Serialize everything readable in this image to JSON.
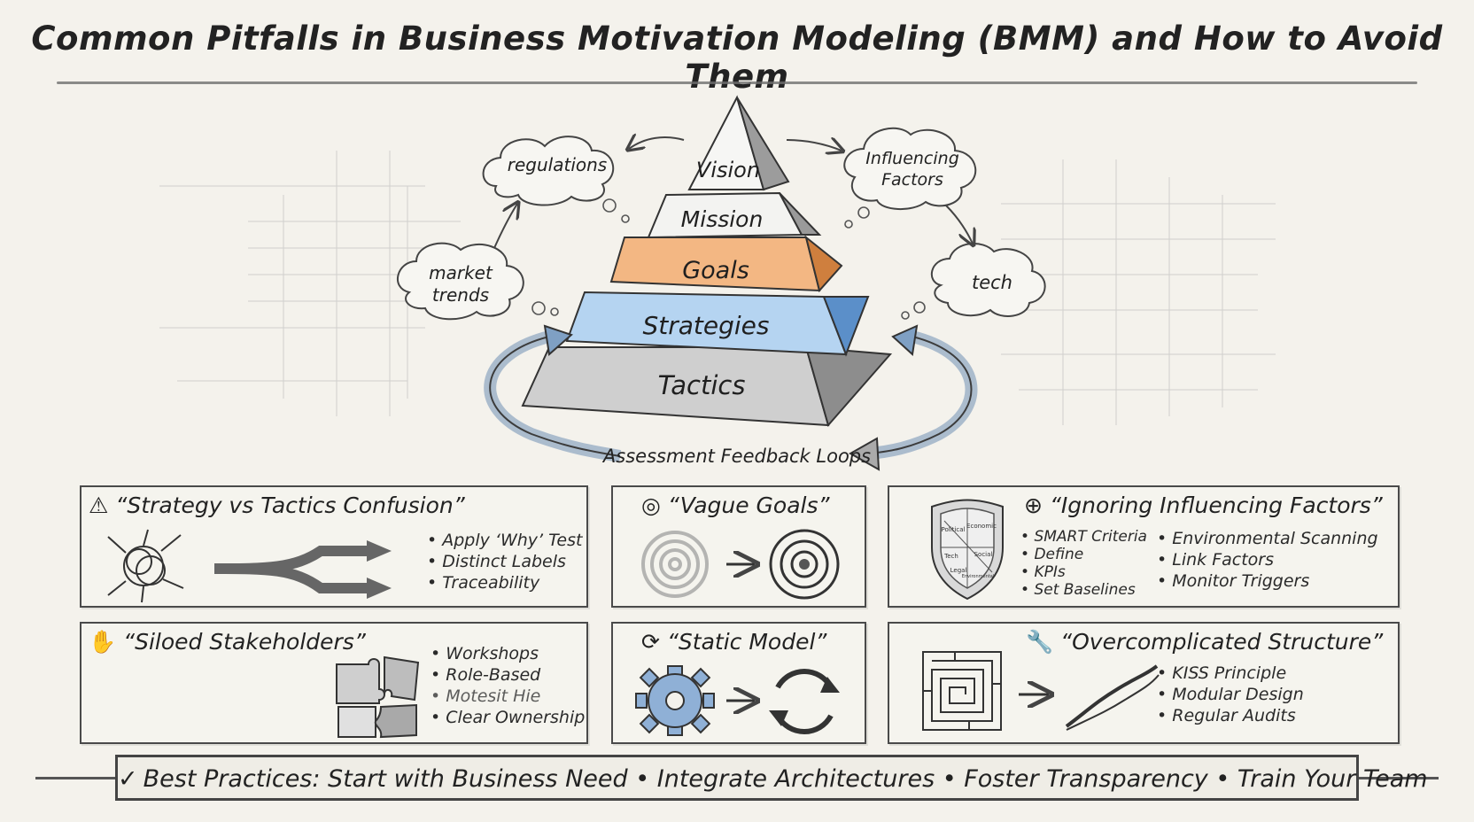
{
  "title": "Common Pitfalls in Business Motivation Modeling (BMM) and How to Avoid Them",
  "pyramid": {
    "layers": [
      "Vision",
      "Mission",
      "Goals",
      "Strategies",
      "Tactics"
    ],
    "colors": {
      "vision": "#f4f4f2",
      "mission": "#f1f1ef",
      "goals": "#f0b27a",
      "strategies": "#a9cdef",
      "tactics": "#c9c9c9"
    }
  },
  "clouds": {
    "regulations": "regulations",
    "market_line1": "market",
    "market_line2": "trends",
    "influencing_line1": "Influencing",
    "influencing_line2": "Factors",
    "tech": "tech"
  },
  "feedback_label": "Assessment Feedback Loops",
  "cards": {
    "strategy_tactics": {
      "icon": "warning-icon",
      "title": "“Strategy vs Tactics Confusion”",
      "bullets": [
        "Apply ‘Why’ Test",
        "Distinct Labels",
        "Traceability"
      ]
    },
    "vague_goals": {
      "icon": "target-arrow-icon",
      "title": "“Vague Goals”"
    },
    "influencing": {
      "icon": "globe-icon",
      "title": "“Ignoring Influencing Factors”",
      "shield_labels": [
        "Political",
        "Economic",
        "Tech",
        "Social",
        "Legal",
        "Environmental"
      ],
      "bullets_left": [
        "SMART Criteria",
        "Define",
        "KPIs",
        "Set Baselines"
      ],
      "bullets_right": [
        "Environmental Scanning",
        "Link Factors",
        "Monitor Triggers"
      ]
    },
    "siloed": {
      "icon": "handshake-icon",
      "title": "“Siloed Stakeholders”",
      "bullets": [
        "Workshops",
        "Role-Based",
        "Motesit Hie",
        "Clear Ownership"
      ]
    },
    "static_model": {
      "icon": "refresh-icon",
      "title": "“Static Model”"
    },
    "overcomplicated": {
      "icon": "wrench-icon",
      "title": "“Overcomplicated Structure”",
      "bullets": [
        "KISS Principle",
        "Modular Design",
        "Regular Audits"
      ]
    }
  },
  "best_practices": "Best Practices: Start with Business Need • Integrate Architectures • Foster Transparency • Train Your Team"
}
